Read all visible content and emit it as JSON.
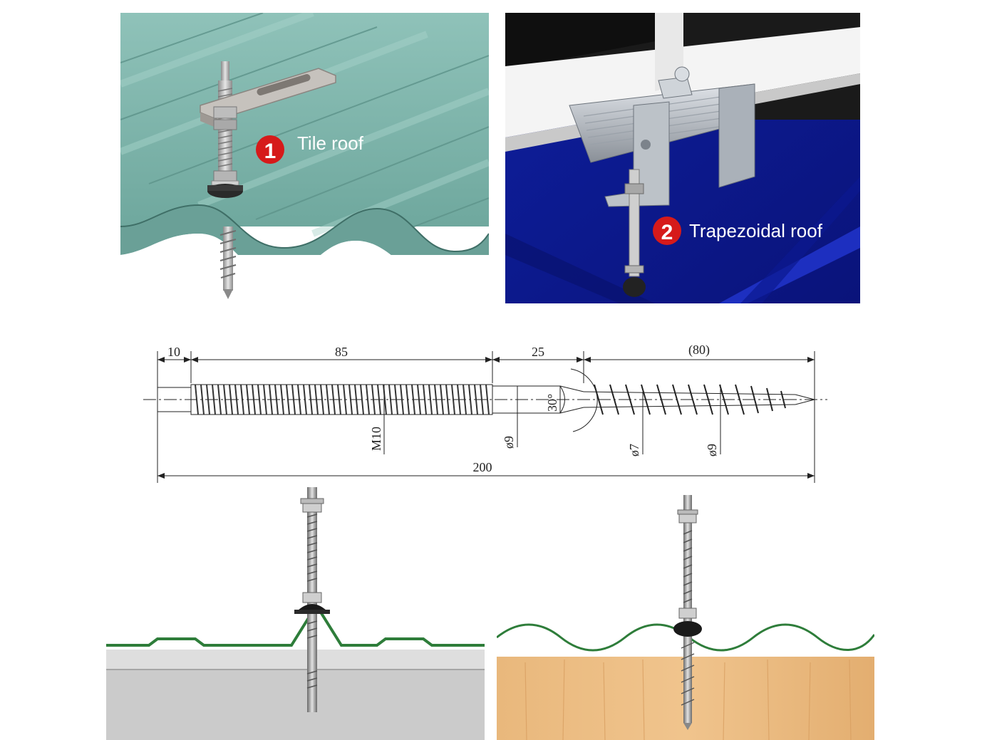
{
  "panels": {
    "tile_roof": {
      "number": "1",
      "label": "Tile roof"
    },
    "trapezoidal_roof": {
      "number": "2",
      "label": "Trapezoidal roof"
    }
  },
  "drawing": {
    "dims": {
      "head": "10",
      "thread": "85",
      "shank": "25",
      "screw": "(80)",
      "total": "200",
      "angle": "30°",
      "thread_dia": "M10",
      "shank_dia": "ø9",
      "core_dia": "ø7",
      "outer_dia": "ø9"
    }
  },
  "colors": {
    "badge_red": "#d61a1a",
    "roof_teal": "#86b9b0",
    "roof_blue": "#0a1a8c",
    "profile_green": "#2e7d3a",
    "wood": "#e8b57a"
  }
}
